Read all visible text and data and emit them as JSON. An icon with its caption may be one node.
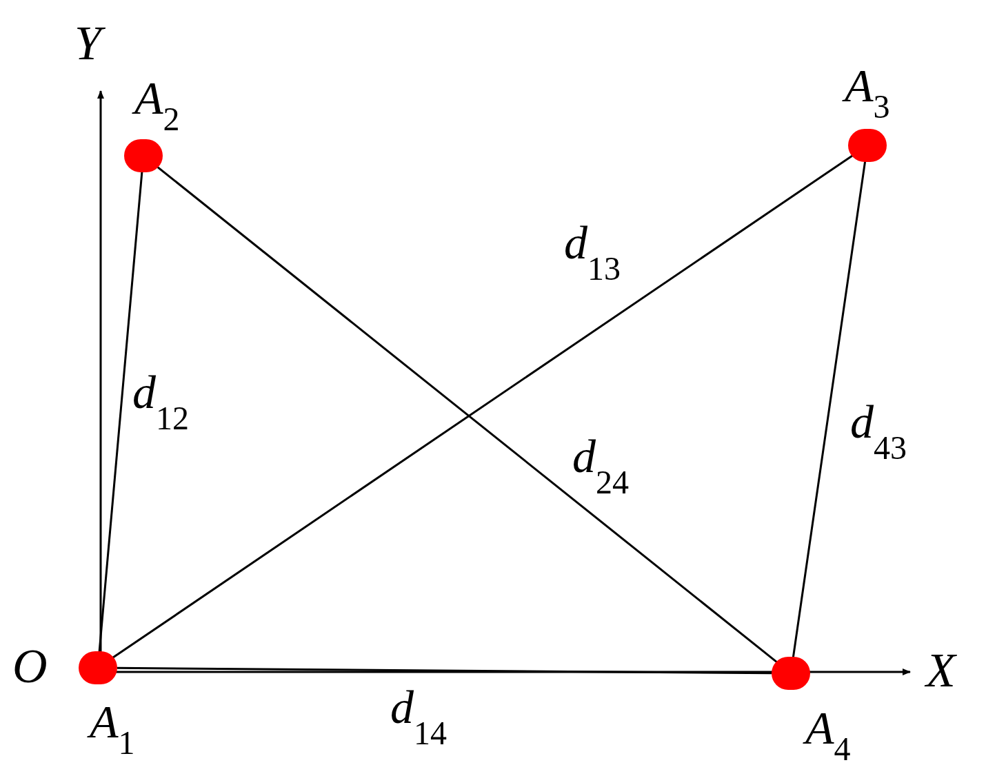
{
  "diagram": {
    "nodes": [
      {
        "text": [
          "*A*$_{1}$"
        ]
      },
      {
        "text": [
          "*A*$_{2}$"
        ]
      },
      {
        "text": [
          "*A*$_{3}$"
        ]
      },
      {
        "text": [
          "*A*$_{4}$"
        ]
      }
    ],
    "edges": [
      {
        "from": 0,
        "to": 1,
        "arrow": "none",
        "label": "*d*$_{12}$"
      },
      {
        "from": 0,
        "to": 2,
        "arrow": "none",
        "label": "*d*$_{13}$"
      },
      {
        "from": 1,
        "to": 3,
        "arrow": "none",
        "label": "*d*$_{24}$"
      },
      {
        "from": 2,
        "to": 3,
        "arrow": "none",
        "label": "*d*$_{43}$"
      },
      {
        "from": 0,
        "to": 3,
        "arrow": "none",
        "label": "*d*$_{14}$"
      }
    ],
    "labels": [
      "Y",
      "O",
      "X"
    ]
  }
}
